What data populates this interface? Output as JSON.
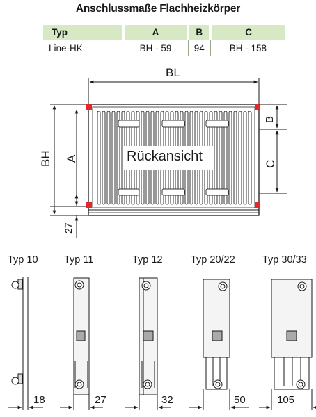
{
  "title": "Anschlussmaße Flachheizkörper",
  "table": {
    "headers": [
      "Typ",
      "A",
      "B",
      "C"
    ],
    "rows": [
      [
        "Line-HK",
        "BH - 59",
        "94",
        "BH - 158"
      ]
    ]
  },
  "diagram": {
    "width_label": "BL",
    "height_label": "BH",
    "a_label": "A",
    "b_label": "B",
    "c_label": "C",
    "bottom_offset": "27",
    "view_label": "Rückansicht",
    "connection_color": "#e0282e"
  },
  "types": [
    {
      "label": "Typ 10",
      "depth": "18"
    },
    {
      "label": "Typ 11",
      "depth": "27"
    },
    {
      "label": "Typ 12",
      "depth": "32"
    },
    {
      "label": "Typ 20/22",
      "depth": "50"
    },
    {
      "label": "Typ 30/33",
      "depth": "105"
    }
  ]
}
